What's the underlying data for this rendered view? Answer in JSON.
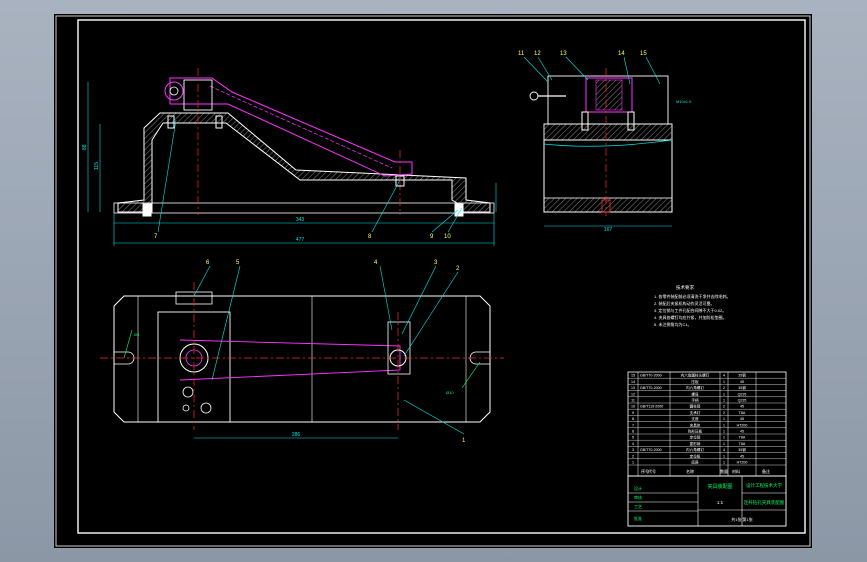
{
  "drawing": {
    "balloons": [
      "1",
      "2",
      "3",
      "4",
      "5",
      "6",
      "7",
      "8",
      "9",
      "10",
      "11",
      "12",
      "13",
      "14",
      "15"
    ],
    "dimensions": {
      "front_overall": "477",
      "front_inner": "343",
      "front_height_a": "88",
      "front_height_b": "115",
      "side_width": "167",
      "plan_span": "286",
      "plan_hole_a": "Ø8",
      "plan_hole_b": "Ø10",
      "side_thread": "M10x1.5"
    },
    "tech_requirements": {
      "heading": "技术要求",
      "lines": [
        "1. 各零件装配前必须清洗干净并去除毛刺。",
        "2. 装配后夹紧机构动作灵活可靠。",
        "3. 定位销与工件孔配合间隙不大于0.02。",
        "4. 夹具各螺钉均应拧紧，并加防松垫圈。",
        "5. 未注倒角均为C1。"
      ]
    },
    "bom": {
      "rows": [
        {
          "no": "15",
          "code": "GB/T70-2000",
          "name": "内六角圆柱头螺钉",
          "qty": "4",
          "material": "35钢"
        },
        {
          "no": "14",
          "code": "",
          "name": "压板",
          "qty": "1",
          "material": "45"
        },
        {
          "no": "13",
          "code": "GB/T70-2000",
          "name": "内六角螺钉",
          "qty": "2",
          "material": "35钢"
        },
        {
          "no": "12",
          "code": "",
          "name": "螺母",
          "qty": "1",
          "material": "Q235"
        },
        {
          "no": "11",
          "code": "",
          "name": "手柄",
          "qty": "1",
          "material": "Q235"
        },
        {
          "no": "10",
          "code": "GB/T119-2000",
          "name": "圆柱销",
          "qty": "2",
          "material": "45"
        },
        {
          "no": "9",
          "code": "",
          "name": "支承钉",
          "qty": "2",
          "material": "T8A"
        },
        {
          "no": "8",
          "code": "",
          "name": "支座",
          "qty": "1",
          "material": "45"
        },
        {
          "no": "7",
          "code": "",
          "name": "夹具体",
          "qty": "1",
          "material": "HT200"
        },
        {
          "no": "6",
          "code": "",
          "name": "钩形压板",
          "qty": "1",
          "material": "45"
        },
        {
          "no": "5",
          "code": "",
          "name": "定位销",
          "qty": "1",
          "material": "T8A"
        },
        {
          "no": "4",
          "code": "",
          "name": "菱形销",
          "qty": "1",
          "material": "T8A"
        },
        {
          "no": "3",
          "code": "GB/T70-2000",
          "name": "内六角螺钉",
          "qty": "4",
          "material": "35钢"
        },
        {
          "no": "2",
          "code": "",
          "name": "定位板",
          "qty": "1",
          "material": "45"
        },
        {
          "no": "1",
          "code": "",
          "name": "底座",
          "qty": "1",
          "material": "HT200"
        }
      ],
      "header": {
        "no": "序号",
        "code": "代号",
        "name": "名称",
        "qty": "数量",
        "material": "材料",
        "note": "备注"
      }
    },
    "title_block": {
      "drawing_title": "夹具装配图",
      "scale": "1:1",
      "school": "设计工程技术大学",
      "project": "连杆钻孔夹具装配图",
      "labels": [
        "设计",
        "审核",
        "工艺",
        "批准"
      ],
      "sheet": "共1张 第1张"
    },
    "colors": {
      "background": "#000000",
      "frame": "#ffffff",
      "centerline": "#ff2a2a",
      "workpiece": "#ff33ff",
      "dimension": "#00e5e5",
      "leader": "#00e5e5",
      "balloon": "#ffff66",
      "text": "#ffffff",
      "hatch": "#c0c0c0",
      "green": "#00ff66"
    }
  }
}
